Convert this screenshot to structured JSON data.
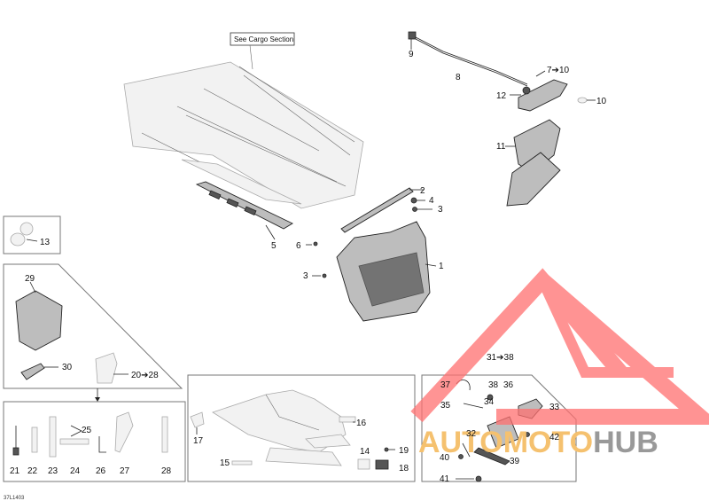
{
  "note_box": "See Cargo Section",
  "diagram_code": "37L1403",
  "watermark": {
    "part1": "AUTO",
    "part2": "MOTO",
    "part3": "HUB",
    "colors": {
      "auto": "#f2c27a",
      "moto": "#f2c27a",
      "hub": "#9a9a9a",
      "triangle": "#ff8080"
    }
  },
  "callouts": {
    "c1": "1",
    "c2": "2",
    "c3a": "3",
    "c3b": "3",
    "c4": "4",
    "c5": "5",
    "c6": "6",
    "c7_10": "7➔10",
    "c8": "8",
    "c9": "9",
    "c10": "10",
    "c11": "11",
    "c12": "12",
    "c13": "13",
    "c14": "14",
    "c15": "15",
    "c16": "16",
    "c17": "17",
    "c18": "18",
    "c19": "19",
    "c20_28": "20➔28",
    "c21": "21",
    "c22": "22",
    "c23": "23",
    "c24": "24",
    "c25": "25",
    "c26": "26",
    "c27": "27",
    "c28": "28",
    "c29": "29",
    "c30": "30",
    "c31_38": "31➔38",
    "c32": "32",
    "c33": "33",
    "c34": "34",
    "c35": "35",
    "c36": "36",
    "c37": "37",
    "c38": "38",
    "c39": "39",
    "c40": "40",
    "c41": "41",
    "c42": "42"
  }
}
